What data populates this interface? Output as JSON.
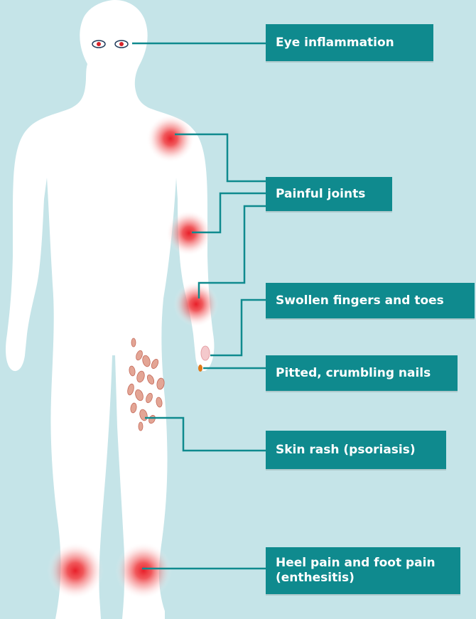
{
  "colors": {
    "background": "#c5e4e8",
    "body": "#ffffff",
    "label_fill": "#0f8a8e",
    "label_text": "#ffffff",
    "connector": "#0f8a8e",
    "inflammation": "#e8202a",
    "rash": "#d98a7a",
    "nail": "#e07a1a"
  },
  "icons": {
    "eye": "eye-icon",
    "joint_glow": "inflammation-glow-icon",
    "rash": "psoriasis-patch-icon",
    "finger": "swollen-finger-icon",
    "nail": "nail-icon"
  },
  "labels": {
    "eye": "Eye inflammation",
    "joints": "Painful joints",
    "fingers": "Swollen fingers and toes",
    "nails": "Pitted, crumbling nails",
    "rash": "Skin rash (psoriasis)",
    "heel_line1": "Heel pain and foot pain",
    "heel_line2": "(enthesitis)"
  }
}
